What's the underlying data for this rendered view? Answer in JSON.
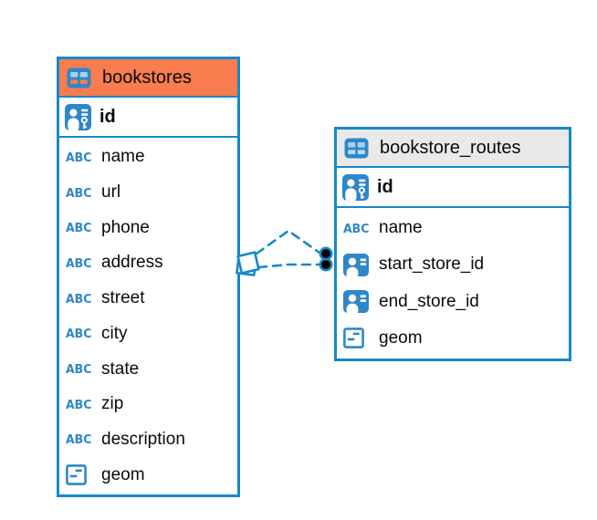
{
  "colors": {
    "accent_blue": "#1688ca",
    "icon_blue": "#2e87c8",
    "header_orange": "#f87c4d",
    "header_gray": "#e9e9e9",
    "text_black": "#0a0a0a",
    "marker_black": "#000000"
  },
  "icons": {
    "table": "table-icon",
    "primary_key": "person-with-key-icon",
    "foreign_key": "person-card-icon",
    "text_type": "abc-icon",
    "geometry_type": "square-dash-icon",
    "text_type_label": "ABC"
  },
  "tables": [
    {
      "name": "bookstores",
      "header_color": "#f87c4d",
      "columns": [
        {
          "name": "id",
          "type": "primary_key"
        },
        {
          "name": "name",
          "type": "text"
        },
        {
          "name": "url",
          "type": "text"
        },
        {
          "name": "phone",
          "type": "text"
        },
        {
          "name": "address",
          "type": "text"
        },
        {
          "name": "street",
          "type": "text"
        },
        {
          "name": "city",
          "type": "text"
        },
        {
          "name": "state",
          "type": "text"
        },
        {
          "name": "zip",
          "type": "text"
        },
        {
          "name": "description",
          "type": "text"
        },
        {
          "name": "geom",
          "type": "geometry"
        }
      ]
    },
    {
      "name": "bookstore_routes",
      "header_color": "#e9e9e9",
      "columns": [
        {
          "name": "id",
          "type": "primary_key"
        },
        {
          "name": "name",
          "type": "text"
        },
        {
          "name": "start_store_id",
          "type": "foreign_key"
        },
        {
          "name": "end_store_id",
          "type": "foreign_key"
        },
        {
          "name": "geom",
          "type": "geometry"
        }
      ]
    }
  ],
  "relationships": [
    {
      "from_table": "bookstores",
      "to_table": "bookstore_routes",
      "line_style": "dashed",
      "from_marker": "diamond",
      "to_marker": "filled-circle"
    },
    {
      "from_table": "bookstores",
      "to_table": "bookstore_routes",
      "line_style": "dashed",
      "from_marker": "diamond",
      "to_marker": "filled-circle"
    }
  ]
}
